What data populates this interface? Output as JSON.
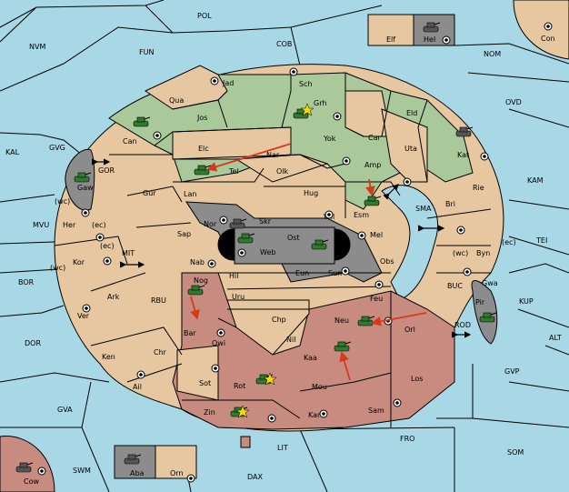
{
  "colors": {
    "sea": "#a8d8e6",
    "neutral": "#e6c7a0",
    "green": "#a9c99a",
    "red": "#c88b80",
    "grey": "#8c8c8c",
    "unit": "#2f7a2f",
    "order": "#d63a1a"
  },
  "seas": {
    "pol": "POL",
    "nvm": "NVM",
    "fun": "FUN",
    "cob": "COB",
    "nom": "NOM",
    "ovd": "OVD",
    "kal": "KAL",
    "gvg": "GVG",
    "kam": "KAM",
    "mvu": "MVU",
    "tei": "TEI",
    "bor": "BOR",
    "kup": "KUP",
    "dor": "DOR",
    "alt": "ALT",
    "gvp": "GVP",
    "gva": "GVA",
    "fro": "FRO",
    "lit": "LIT",
    "som": "SOM",
    "swm": "SWM",
    "dax": "DAX",
    "gor": "GOR",
    "mit": "MIT",
    "rbu": "RBU",
    "sma": "SMA",
    "rod": "ROD",
    "buc": "BUC"
  },
  "provinces": {
    "jad": "Jad",
    "sch": "Sch",
    "qua": "Qua",
    "jos": "Jos",
    "grh": "Grh",
    "can": "Can",
    "eld": "Eld",
    "elc": "Elc",
    "nar": "Nar",
    "yok": "Yok",
    "car": "Car",
    "uta": "Uta",
    "kat": "Kat",
    "tel": "Tel",
    "olk": "Olk",
    "amp": "Amp",
    "gur": "Gur",
    "lan": "Lan",
    "hug": "Hug",
    "esm": "Esm",
    "rie": "Rie",
    "bri": "Bri",
    "gaw": "Gaw",
    "nor": "Nor",
    "wil": "Wil",
    "skr": "Skr",
    "ost": "Ost",
    "mel": "Mel",
    "web": "Web",
    "her": "Her",
    "sap": "Sap",
    "byn": "Byn",
    "kor": "Kor",
    "nab": "Nab",
    "eun": "Eun",
    "sun": "Sun",
    "obs": "Obs",
    "gwa": "Gwa",
    "ark": "Ark",
    "nog": "Nog",
    "hil": "Hil",
    "uru": "Uru",
    "feu": "Feu",
    "pir": "Pir",
    "ver": "Ver",
    "bar": "Bar",
    "chp": "Chp",
    "neu": "Neu",
    "orl": "Orl",
    "qwi": "Qwi",
    "nil": "Nil",
    "ken": "Ken",
    "chr": "Chr",
    "kaa": "Kaa",
    "los": "Los",
    "ail": "Ail",
    "sot": "Sot",
    "rot": "Rot",
    "mou": "Mou",
    "zin": "Zin",
    "kar": "Kar",
    "sam": "Sam",
    "elf": "Elf",
    "hel": "Hel",
    "con": "Con",
    "aba": "Aba",
    "orn": "Orn",
    "cow": "Cow"
  },
  "coast_marks": {
    "wc1": "(wc)",
    "ec1": "(ec)",
    "ec2": "(ec)",
    "wc2": "(wc)",
    "wc3": "(wc)",
    "ec3": "(ec)"
  }
}
